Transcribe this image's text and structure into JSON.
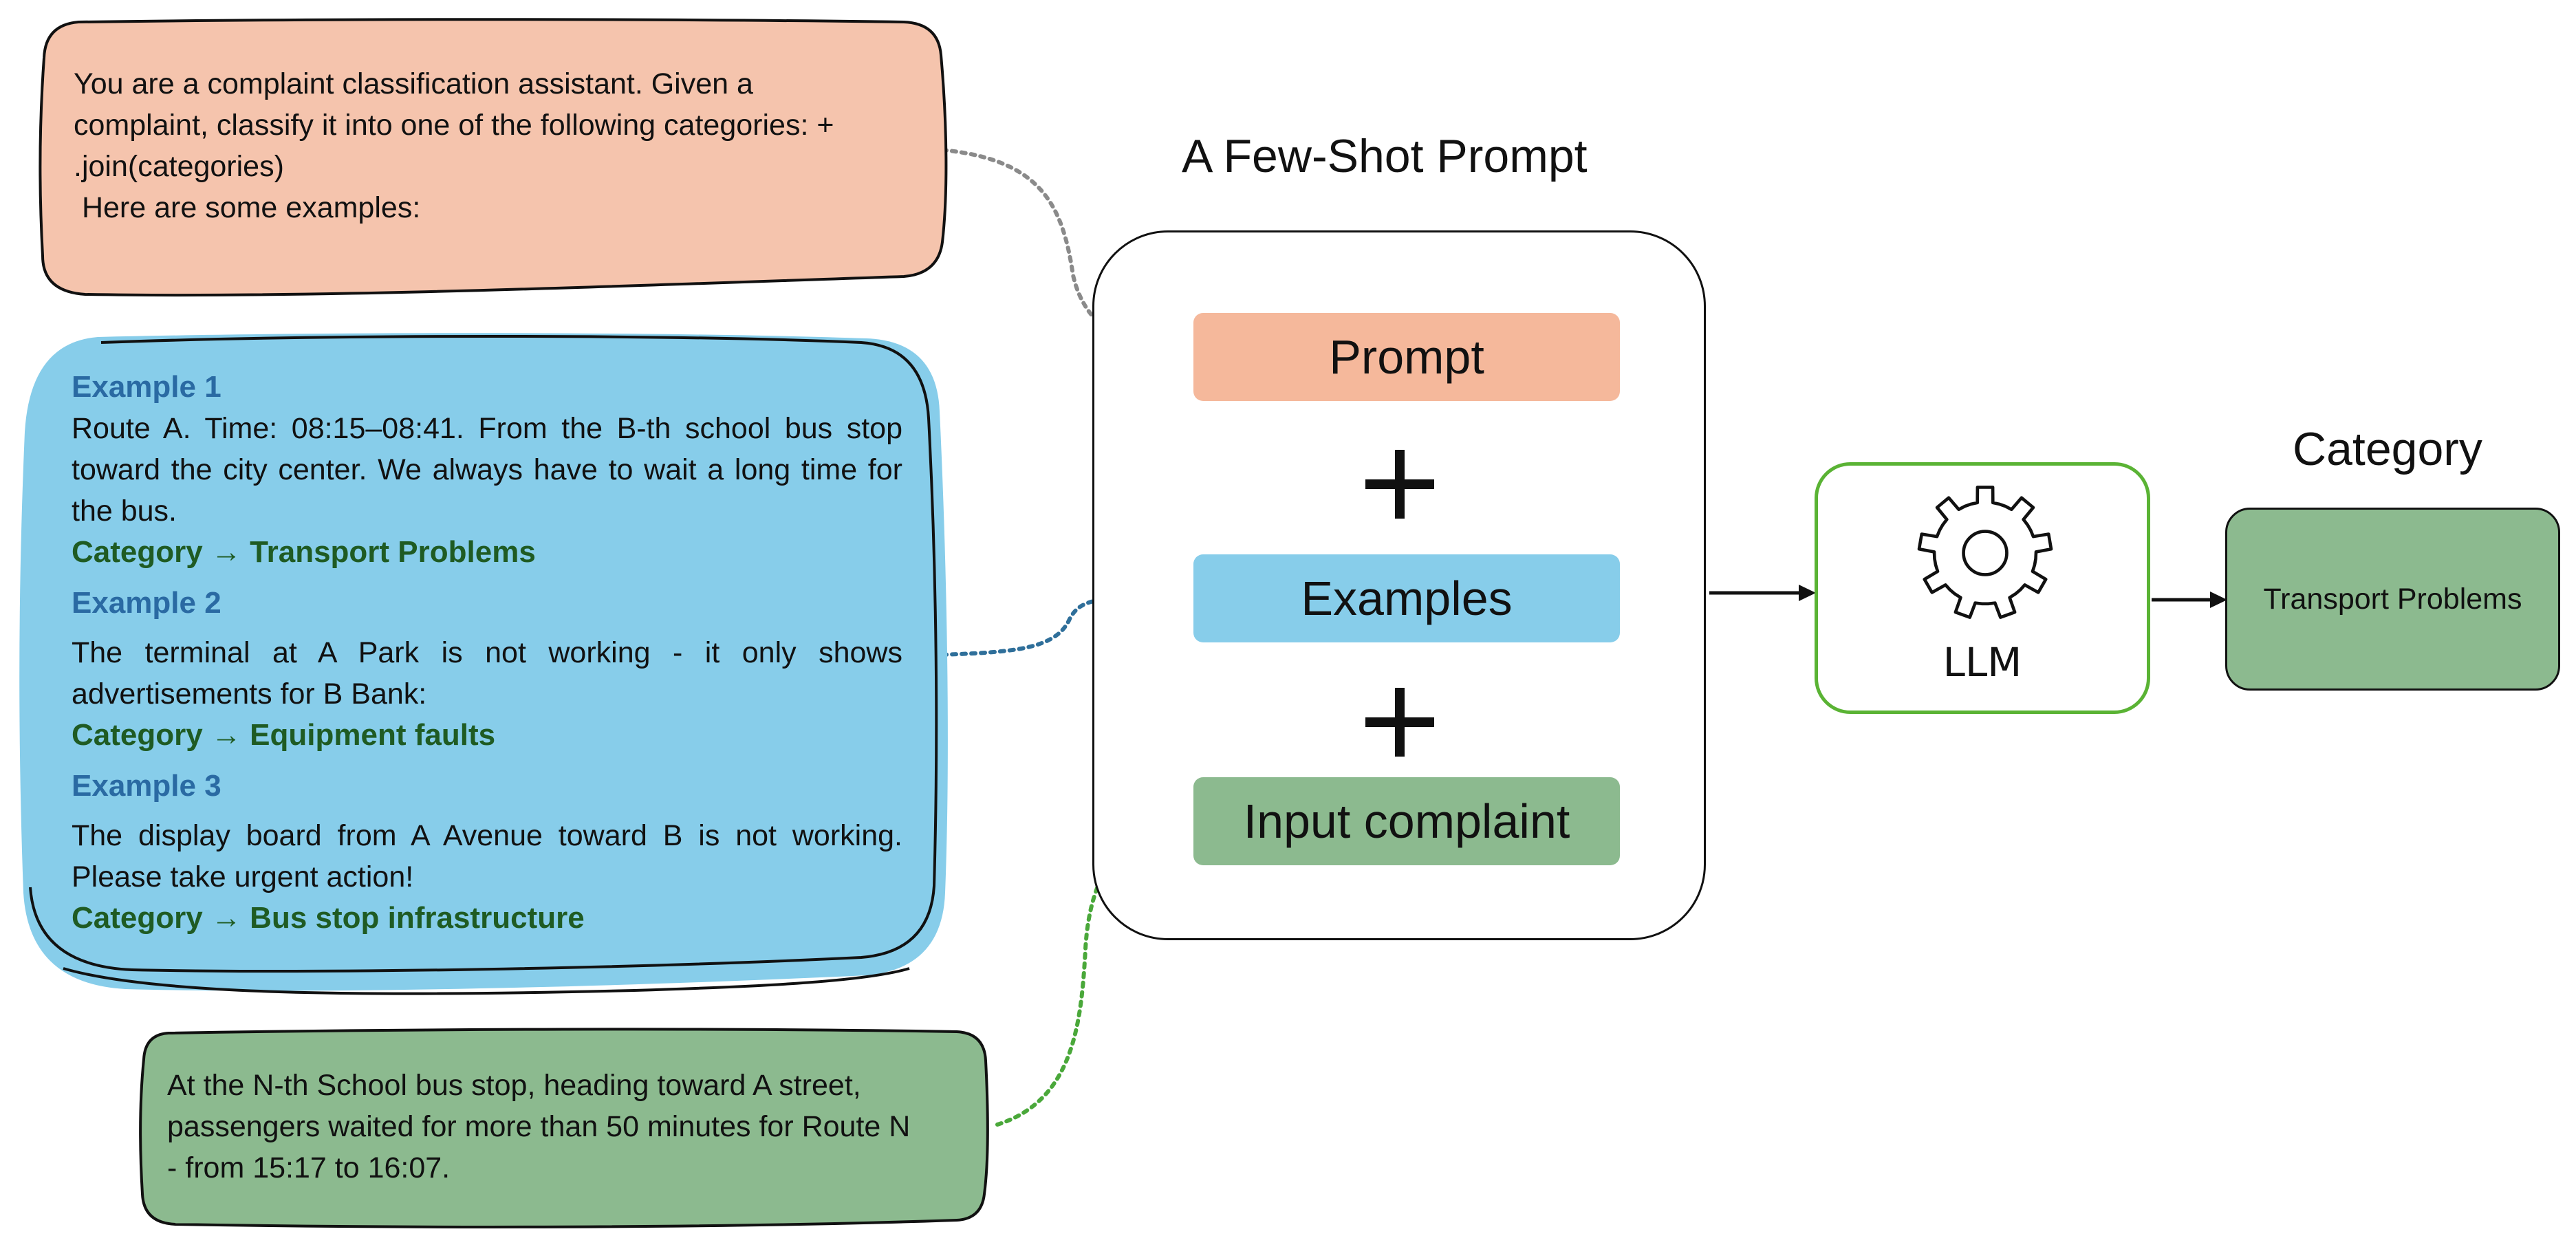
{
  "diagram": {
    "instruction_box": {
      "lines": [
        "You are a complaint classification assistant. Given a",
        "complaint, classify it into one of the following categories: +",
        ".join(categories)",
        " Here are some examples:"
      ],
      "color": "#f5c4ad"
    },
    "examples_box": {
      "color": "#87cdea",
      "examples": [
        {
          "title": "Example 1",
          "text": "Route A. Time: 08:15–08:41. From the B-th school bus stop toward the city center. We always have to wait a long time for the bus.",
          "category": "Category → Transport Problems"
        },
        {
          "title": "Example 2",
          "text": "The terminal at A Park is not working - it only shows advertisements for B Bank:",
          "category": "Category → Equipment faults"
        },
        {
          "title": "Example 3",
          "text": "The display board from A Avenue toward B is not working. Please take urgent action!",
          "category": "Category → Bus stop infrastructure"
        }
      ]
    },
    "complaint_box": {
      "lines": [
        "At the N-th School bus stop, heading toward A street,",
        "passengers waited for more than 50 minutes for Route N",
        "- from 15:17 to 16:07."
      ],
      "color": "#8cba8f"
    },
    "few_shot_prompt": {
      "heading": "A Few-Shot Prompt",
      "prompt_label": "Prompt",
      "examples_label": "Examples",
      "input_label": "Input complaint",
      "prompt_color": "#f5b89b",
      "examples_color": "#87cdea",
      "input_color": "#8cba8f"
    },
    "llm": {
      "label": "LLM",
      "icon": "gear-icon",
      "border_color": "#5ab334"
    },
    "output": {
      "heading": "Category",
      "value": "Transport Problems",
      "color": "#8cba8f"
    },
    "connector_colors": {
      "prompt_link": "#8a8a8a",
      "examples_link": "#2f6f9a",
      "input_link": "#4aa83a",
      "flow": "#111111"
    }
  }
}
